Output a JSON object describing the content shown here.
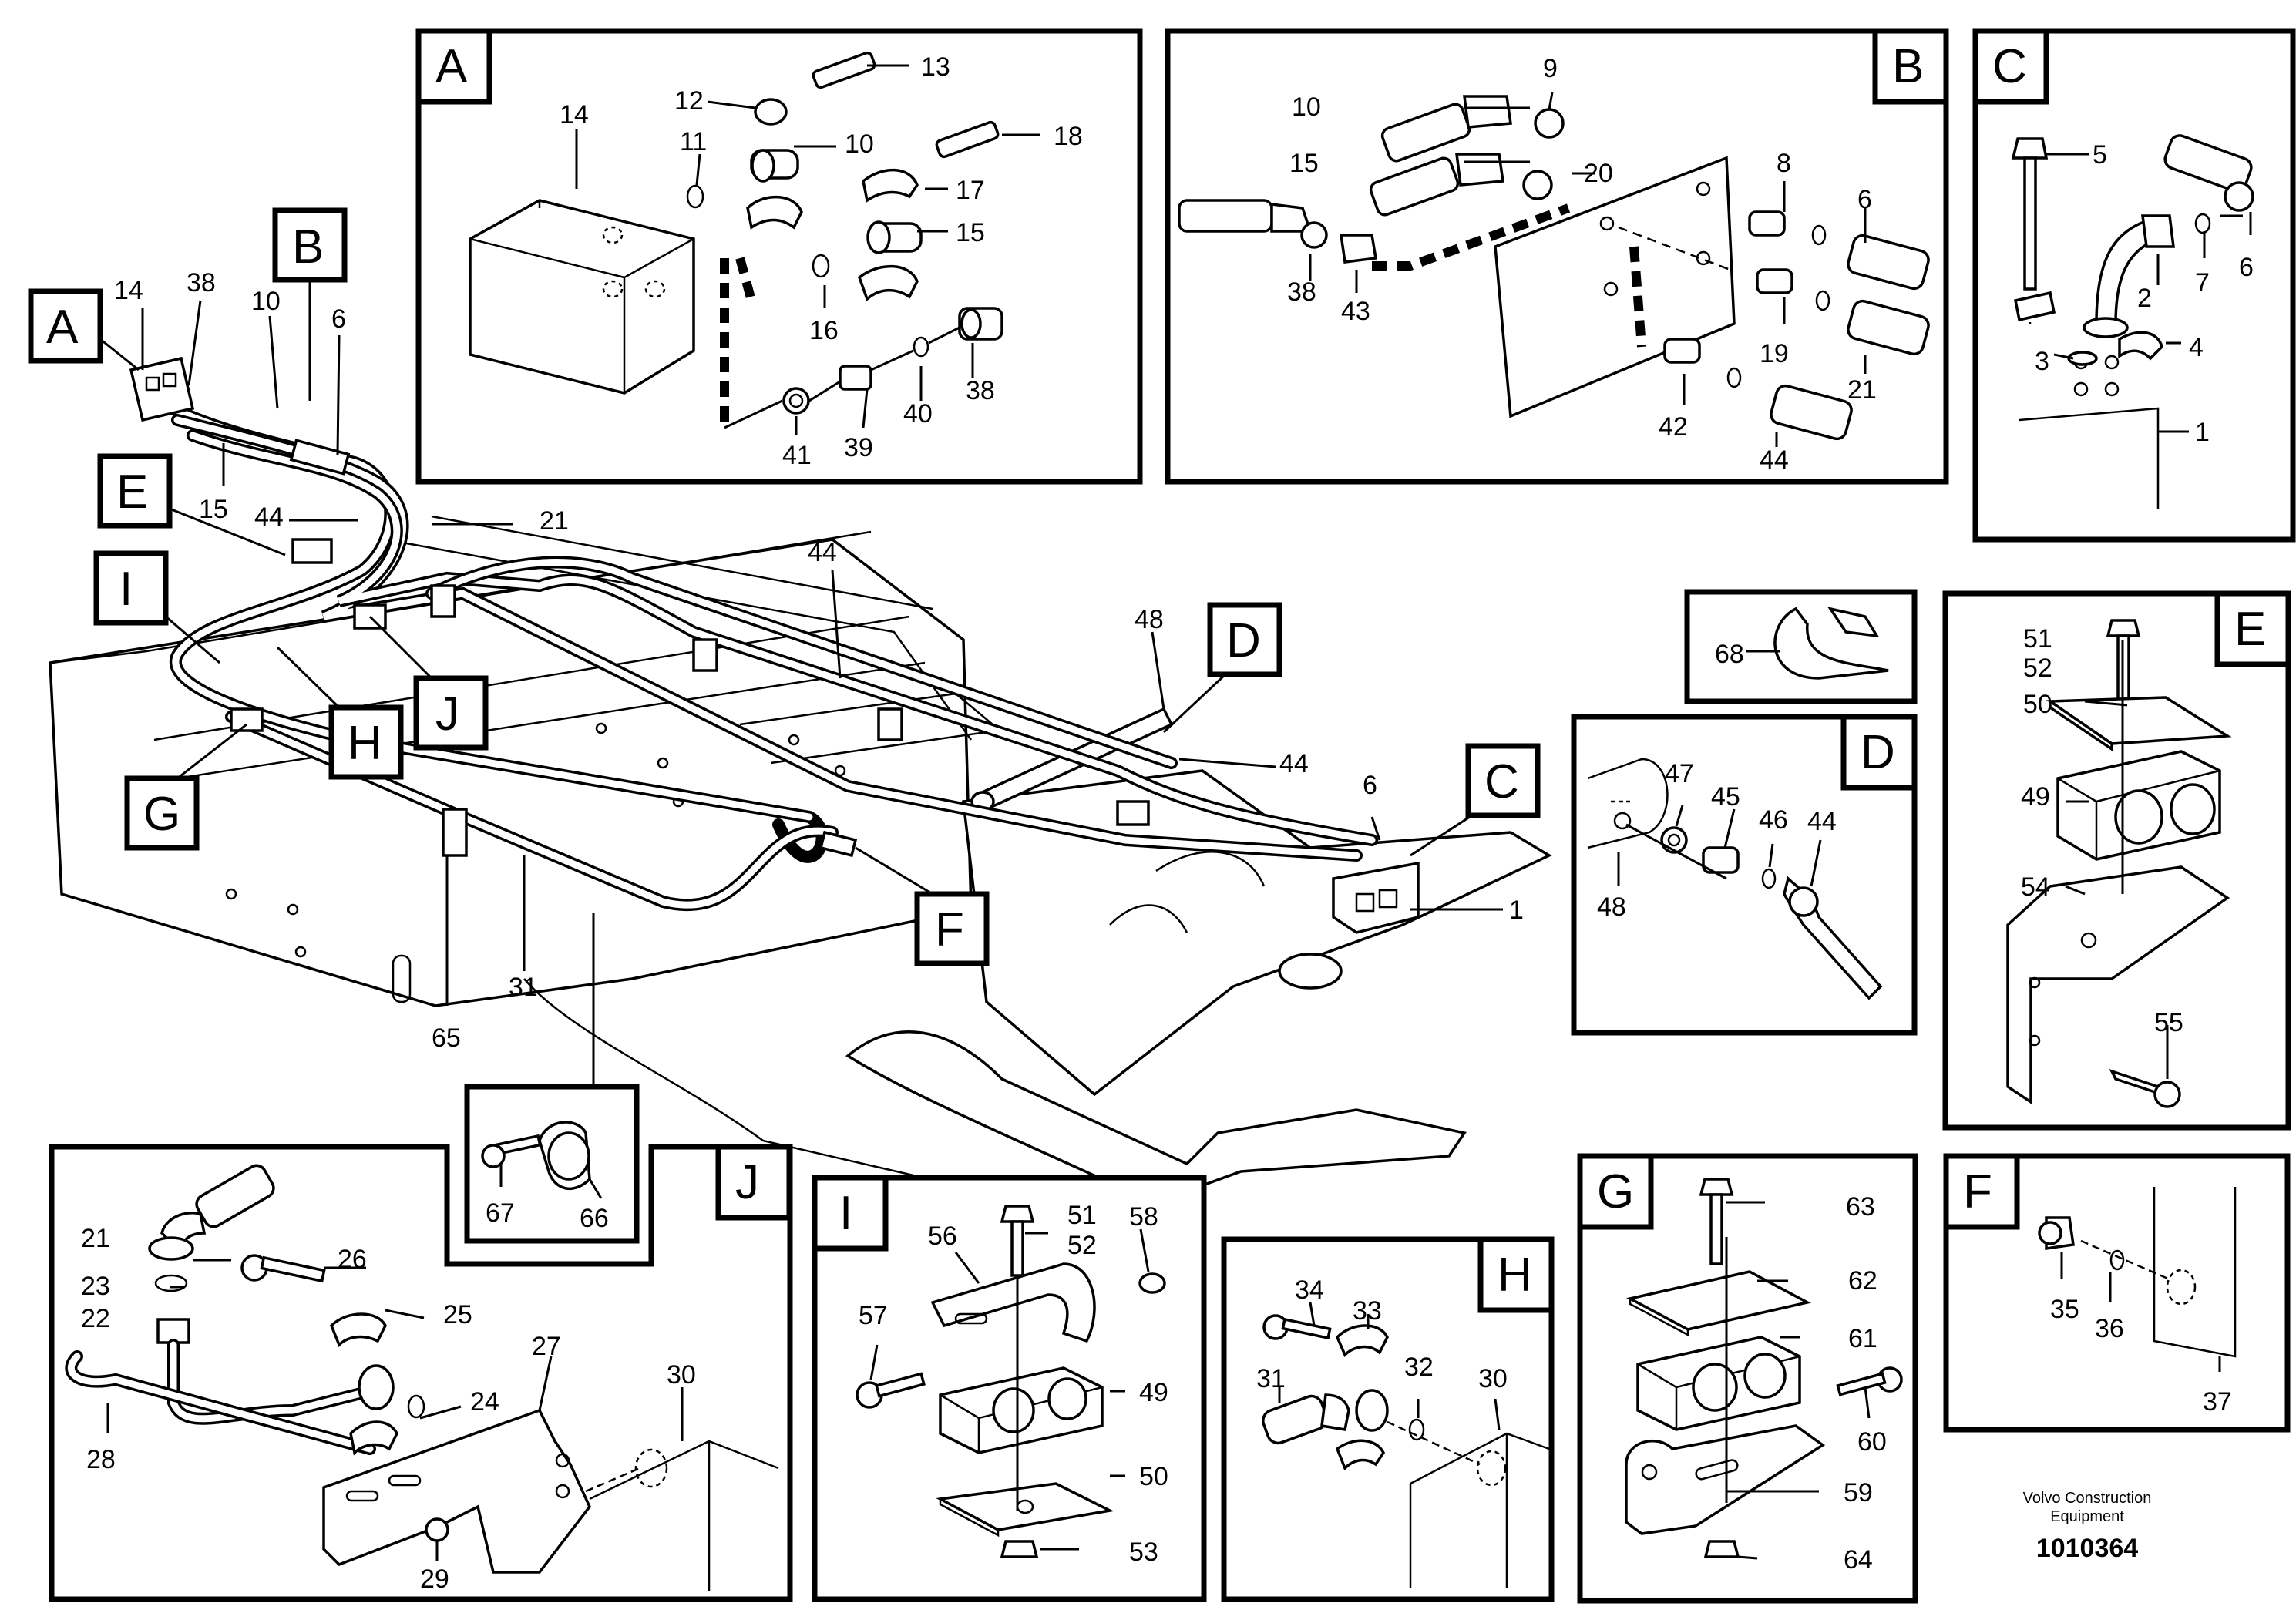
{
  "panels": {
    "A": "A",
    "B": "B",
    "C": "C",
    "D": "D",
    "E": "E",
    "F": "F",
    "G": "G",
    "H": "H",
    "I": "I",
    "J": "J",
    "clip": ""
  },
  "callouts": {
    "A": "A",
    "B": "B",
    "C": "C",
    "D": "D",
    "E": "E",
    "F": "F",
    "G": "G",
    "H": "H",
    "I": "I",
    "J": "J"
  },
  "labels": {
    "pA": [
      "14",
      "11",
      "12",
      "13",
      "10",
      "18",
      "17",
      "15",
      "16",
      "38",
      "40",
      "39",
      "41"
    ],
    "pB": [
      "9",
      "10",
      "15",
      "20",
      "8",
      "6",
      "38",
      "43",
      "19",
      "21",
      "42",
      "44"
    ],
    "pC": [
      "5",
      "6",
      "7",
      "2",
      "3",
      "4",
      "1"
    ],
    "pD": [
      "47",
      "45",
      "46",
      "44",
      "48"
    ],
    "pE": [
      "51",
      "52",
      "50",
      "49",
      "54",
      "55"
    ],
    "pF": [
      "35",
      "36",
      "37"
    ],
    "pG": [
      "63",
      "62",
      "61",
      "60",
      "59",
      "64"
    ],
    "pH": [
      "34",
      "33",
      "31",
      "32",
      "30"
    ],
    "pI": [
      "51",
      "52",
      "58",
      "56",
      "57",
      "49",
      "50",
      "53"
    ],
    "pJ": [
      "21",
      "26",
      "23",
      "25",
      "22",
      "24",
      "27",
      "30",
      "28",
      "29"
    ],
    "p68": [
      "68"
    ],
    "pclip": [
      "67",
      "66"
    ],
    "main": [
      "14",
      "38",
      "10",
      "6",
      "15",
      "44",
      "21",
      "44",
      "48",
      "44",
      "6",
      "1",
      "31",
      "65"
    ]
  },
  "credit": {
    "line1": "Volvo Construction",
    "line2": "Equipment",
    "code": "1010364"
  }
}
